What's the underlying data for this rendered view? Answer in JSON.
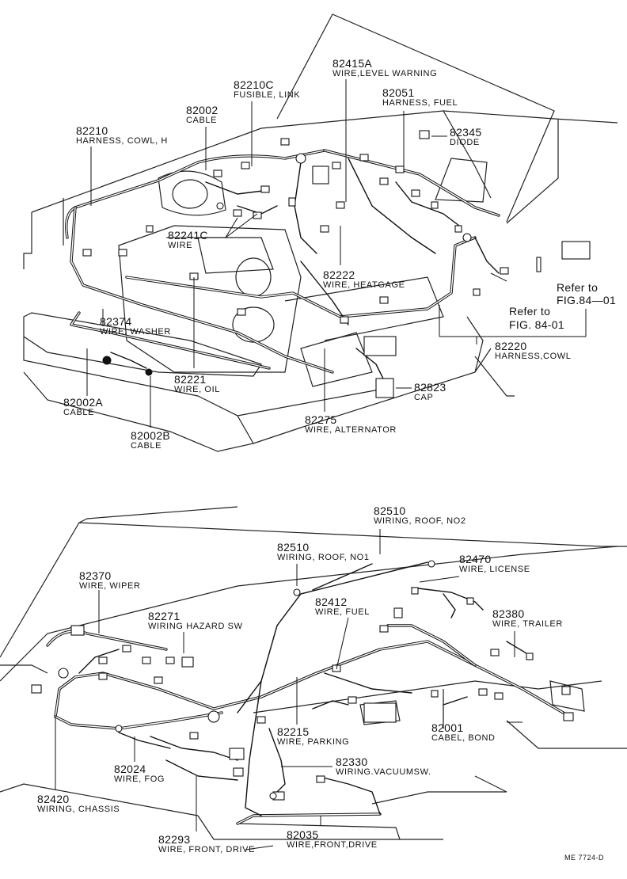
{
  "upper_callouts": [
    {
      "part": "82415A",
      "name": "WIRE,LEVEL WARNING"
    },
    {
      "part": "82051",
      "name": "HARNESS, FUEL"
    },
    {
      "part": "82345",
      "name": "DIODE"
    },
    {
      "part": "82210C",
      "name": "FUSIBLE, LINK"
    },
    {
      "part": "82002",
      "name": "CABLE"
    },
    {
      "part": "82210",
      "name": "HARNESS, COWL, H"
    },
    {
      "part": "82241C",
      "name": "WIRE"
    },
    {
      "part": "82222",
      "name": "WIRE, HEATGAGE"
    },
    {
      "part": "82374",
      "name": "WIRE, WASHER"
    },
    {
      "part": "82221",
      "name": "WIRE, OIL"
    },
    {
      "part": "82220",
      "name": "HARNESS,COWL"
    },
    {
      "part": "82823",
      "name": "CAP"
    },
    {
      "part": "82002A",
      "name": "CABLE"
    },
    {
      "part": "82275",
      "name": "WIRE, ALTERNATOR"
    },
    {
      "part": "82002B",
      "name": "CABLE"
    }
  ],
  "references": {
    "ref_1a": "Refer to",
    "ref_1b": "FIG.84—01",
    "ref_2a": "Refer to",
    "ref_2b": "FIG. 84-01"
  },
  "lower_callouts": [
    {
      "part": "82510",
      "name": "WIRING, ROOF, NO2"
    },
    {
      "part": "82510",
      "name": "WIRING, ROOF, NO1"
    },
    {
      "part": "82470",
      "name": "WIRE, LICENSE"
    },
    {
      "part": "82370",
      "name": "WIRE, WIPER"
    },
    {
      "part": "82412",
      "name": "WIRE, FUEL"
    },
    {
      "part": "82380",
      "name": "WIRE, TRAILER"
    },
    {
      "part": "82271",
      "name": "WIRING HAZARD SW"
    },
    {
      "part": "82001",
      "name": "CABEL, BOND"
    },
    {
      "part": "82215",
      "name": "WIRE, PARKING"
    },
    {
      "part": "82330",
      "name": "WIRING.VACUUMSW."
    },
    {
      "part": "82024",
      "name": "WIRE, FOG"
    },
    {
      "part": "82420",
      "name": "WIRING, CHASSIS"
    },
    {
      "part": "82293",
      "name": "WIRE, FRONT, DRIVE"
    },
    {
      "part": "82035",
      "name": "WIRE,FRONT,DRIVE"
    }
  ],
  "figure_code": "ME  7724-D"
}
